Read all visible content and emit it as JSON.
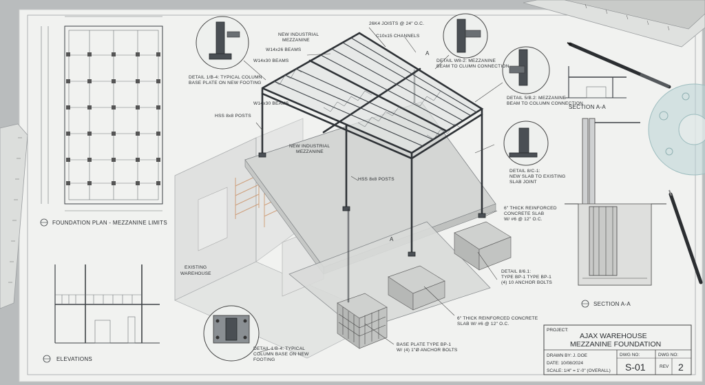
{
  "sheet": {
    "labels": {
      "new_mezzanine_top": "NEW INDUSTRIAL\nMEZZANINE",
      "joists": "26K4 JOISTS @ 24\" O.C.",
      "channels": "C10x15 CHANNELS",
      "w14x26": "W14x26 BEAMS",
      "w14x30_top": "W14x30 BEAMS",
      "w14x30_mid": "W14x30 BEAMS",
      "hss_top": "HSS 8x8 POSTS",
      "hss_mid": "HSS 8x8 POSTS",
      "new_mezzanine_mid": "NEW INDUSTRIAL\nMEZZANINE",
      "existing_warehouse": "EXISTING\nWAREHOUSE",
      "detail_1b4": "DETAIL 1/B-4: TYPICAL COLUMN\nBASE PLATE ON NEW FOOTING",
      "detail_wb2": "DETAIL W8-2: MEZZANINE\nBEAM TO CLUMN CONNECTION",
      "detail_5b2": "DETAIL 5/B.2: MEZZANINE\nBEAM TO COLUMN CONNECTION",
      "detail_8c1": "DETAIL 8/C-1:\nNEW SLAB TO EXISTING\nSLAB JOINT",
      "slab_right": "6\" THICK REINFORCED\nCONCRETE SLAB\nW/ #6 @ 12\" O.C.",
      "detail_86_1": "DETAIL 8/6.1:\nTYPE BP-1 TYPE BP-1\n(4) 10 ANCHOR BOLTS",
      "slab_bottom": "6\" THICK REINFORCED CONCRETE\nSLAB W/ #6 @ 12\" O.C.",
      "baseplate": "BASE PLATE TYPE BP-1\nW/ (4) 1\"Ø ANCHOR BOLTS",
      "detail_1b4_bottom": "DETAIL 1/B-4: TYPICAL\nCOLUMN BASE ON NEW\nFOOTING"
    },
    "view_titles": {
      "foundation_plan": "FOUNDATION PLAN - MEZZANINE LIMITS",
      "elevations": "ELEVATIONS",
      "section_aa_top": "SECTION A-A",
      "section_aa_bottom": "SECTION A-A"
    },
    "section_marks": [
      "A",
      "A"
    ]
  },
  "title_block": {
    "project_label": "PROJECT:",
    "project_line1": "AJAX WAREHOUSE",
    "project_line2": "MEZZANINE FOUNDATION",
    "drawn_by": "DRAWN BY: J. DOE",
    "date": "DATE: 10/08/2024",
    "scale": "SCALE: 1/4\" = 1'-0\" (OVERALL)",
    "dwg_no_label": "DWG NO:",
    "dwg_no_label2": "DWG NO:",
    "sheet_number": "S-01",
    "rev_label": "REV",
    "rev_number": "2"
  },
  "colors": {
    "paper": "#f1f2f0",
    "ink": "#2a2d30",
    "steel": "#3a3f44",
    "concrete": "#d9dbd9",
    "rack": "#c98a5a"
  }
}
